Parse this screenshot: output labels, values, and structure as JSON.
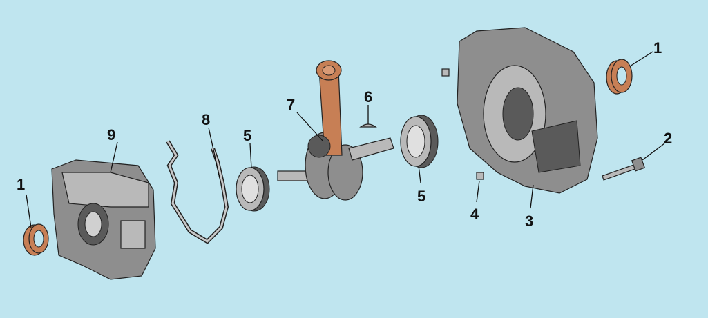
{
  "diagram": {
    "title": "Crankcase exploded view",
    "colors": {
      "background": "#bfe5ef",
      "metal": "#8e8e8e",
      "copper": "#c77f55"
    },
    "callouts": [
      {
        "id": "left-seal",
        "number": "1"
      },
      {
        "id": "left-crankcase",
        "number": "9"
      },
      {
        "id": "gasket",
        "number": "8"
      },
      {
        "id": "left-bearing",
        "number": "5"
      },
      {
        "id": "crankshaft",
        "number": "7"
      },
      {
        "id": "key",
        "number": "6"
      },
      {
        "id": "right-bearing",
        "number": "5"
      },
      {
        "id": "right-seal",
        "number": "1"
      },
      {
        "id": "bolt",
        "number": "2"
      },
      {
        "id": "dowel",
        "number": "4"
      },
      {
        "id": "right-crankcase",
        "number": "3"
      }
    ]
  }
}
